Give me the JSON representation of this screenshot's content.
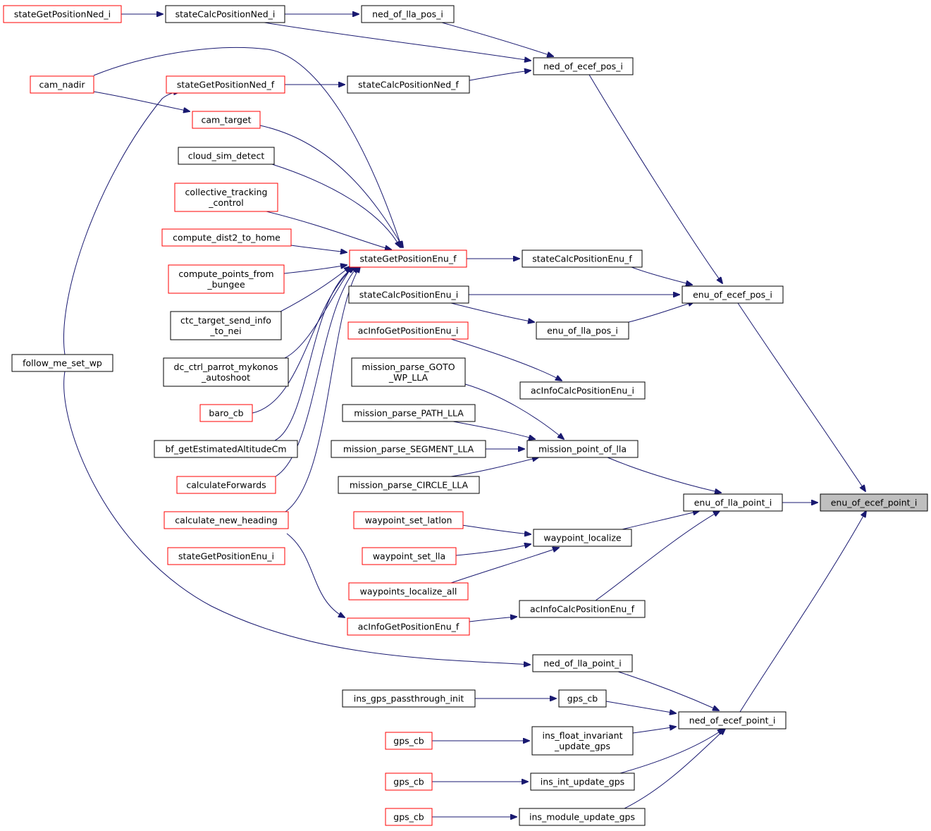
{
  "graph": {
    "colors": {
      "edge": "#191970",
      "complete_border": "#000000",
      "partial_border": "#ff0000",
      "root_fill": "#bfbfbf"
    },
    "nodes": [
      {
        "id": "n_sgpnedi",
        "lines": [
          "stateGetPositionNed_i"
        ],
        "style": "partial"
      },
      {
        "id": "n_scpnedi",
        "lines": [
          "stateCalcPositionNed_i"
        ],
        "style": "complete"
      },
      {
        "id": "n_nedllaposi",
        "lines": [
          "ned_of_lla_pos_i"
        ],
        "style": "complete"
      },
      {
        "id": "n_nedecefposi",
        "lines": [
          "ned_of_ecef_pos_i"
        ],
        "style": "complete"
      },
      {
        "id": "n_camnadir",
        "lines": [
          "cam_nadir"
        ],
        "style": "partial"
      },
      {
        "id": "n_sgpnedf",
        "lines": [
          "stateGetPositionNed_f"
        ],
        "style": "partial"
      },
      {
        "id": "n_scpnedf",
        "lines": [
          "stateCalcPositionNed_f"
        ],
        "style": "complete"
      },
      {
        "id": "n_camtarget",
        "lines": [
          "cam_target"
        ],
        "style": "partial"
      },
      {
        "id": "n_cloud",
        "lines": [
          "cloud_sim_detect"
        ],
        "style": "complete"
      },
      {
        "id": "n_colltrack",
        "lines": [
          "collective_tracking",
          "_control"
        ],
        "style": "partial"
      },
      {
        "id": "n_compdist",
        "lines": [
          "compute_dist2_to_home"
        ],
        "style": "partial"
      },
      {
        "id": "n_comppoints",
        "lines": [
          "compute_points_from",
          "_bungee"
        ],
        "style": "partial"
      },
      {
        "id": "n_ctc",
        "lines": [
          "ctc_target_send_info",
          "_to_nei"
        ],
        "style": "complete"
      },
      {
        "id": "n_dcctrl",
        "lines": [
          "dc_ctrl_parrot_mykonos",
          "_autoshoot"
        ],
        "style": "complete"
      },
      {
        "id": "n_barocb",
        "lines": [
          "baro_cb"
        ],
        "style": "partial"
      },
      {
        "id": "n_bfget",
        "lines": [
          "bf_getEstimatedAltitudeCm"
        ],
        "style": "complete"
      },
      {
        "id": "n_calcfwd",
        "lines": [
          "calculateForwards"
        ],
        "style": "partial"
      },
      {
        "id": "n_calcnewhead",
        "lines": [
          "calculate_new_heading"
        ],
        "style": "partial"
      },
      {
        "id": "n_sgpenui",
        "lines": [
          "stateGetPositionEnu_i"
        ],
        "style": "partial"
      },
      {
        "id": "n_followme",
        "lines": [
          "follow_me_set_wp"
        ],
        "style": "complete"
      },
      {
        "id": "n_sgpenuf",
        "lines": [
          "stateGetPositionEnu_f"
        ],
        "style": "partial"
      },
      {
        "id": "n_scpenuf",
        "lines": [
          "stateCalcPositionEnu_f"
        ],
        "style": "complete"
      },
      {
        "id": "n_scpenui",
        "lines": [
          "stateCalcPositionEnu_i"
        ],
        "style": "complete"
      },
      {
        "id": "n_enuecefposi",
        "lines": [
          "enu_of_ecef_pos_i"
        ],
        "style": "complete"
      },
      {
        "id": "n_enullaposi",
        "lines": [
          "enu_of_lla_pos_i"
        ],
        "style": "complete"
      },
      {
        "id": "n_acinfogeti",
        "lines": [
          "acInfoGetPositionEnu_i"
        ],
        "style": "partial"
      },
      {
        "id": "n_acinfocalci",
        "lines": [
          "acInfoCalcPositionEnu_i"
        ],
        "style": "complete"
      },
      {
        "id": "n_mpgoto",
        "lines": [
          "mission_parse_GOTO",
          "_WP_LLA"
        ],
        "style": "complete"
      },
      {
        "id": "n_mppath",
        "lines": [
          "mission_parse_PATH_LLA"
        ],
        "style": "complete"
      },
      {
        "id": "n_mpseg",
        "lines": [
          "mission_parse_SEGMENT_LLA"
        ],
        "style": "complete"
      },
      {
        "id": "n_mpcirc",
        "lines": [
          "mission_parse_CIRCLE_LLA"
        ],
        "style": "complete"
      },
      {
        "id": "n_mpoflla",
        "lines": [
          "mission_point_of_lla"
        ],
        "style": "complete"
      },
      {
        "id": "n_enullapointi",
        "lines": [
          "enu_of_lla_point_i"
        ],
        "style": "complete"
      },
      {
        "id": "n_enuecefpointi",
        "lines": [
          "enu_of_ecef_point_i"
        ],
        "style": "root"
      },
      {
        "id": "n_wpsetlatlon",
        "lines": [
          "waypoint_set_latlon"
        ],
        "style": "partial"
      },
      {
        "id": "n_wpsetlla",
        "lines": [
          "waypoint_set_lla"
        ],
        "style": "partial"
      },
      {
        "id": "n_wplocalall",
        "lines": [
          "waypoints_localize_all"
        ],
        "style": "partial"
      },
      {
        "id": "n_wplocal",
        "lines": [
          "waypoint_localize"
        ],
        "style": "complete"
      },
      {
        "id": "n_acinfocalcf",
        "lines": [
          "acInfoCalcPositionEnu_f"
        ],
        "style": "complete"
      },
      {
        "id": "n_acinfogetf",
        "lines": [
          "acInfoGetPositionEnu_f"
        ],
        "style": "partial"
      },
      {
        "id": "n_nedllapointi",
        "lines": [
          "ned_of_lla_point_i"
        ],
        "style": "complete"
      },
      {
        "id": "n_insgpspass",
        "lines": [
          "ins_gps_passthrough_init"
        ],
        "style": "complete"
      },
      {
        "id": "n_gpscb1",
        "lines": [
          "gps_cb"
        ],
        "style": "complete"
      },
      {
        "id": "n_nedecefpointi",
        "lines": [
          "ned_of_ecef_point_i"
        ],
        "style": "complete"
      },
      {
        "id": "n_gpscb2",
        "lines": [
          "gps_cb"
        ],
        "style": "partial"
      },
      {
        "id": "n_insfloat",
        "lines": [
          "ins_float_invariant",
          "_update_gps"
        ],
        "style": "complete"
      },
      {
        "id": "n_gpscb3",
        "lines": [
          "gps_cb"
        ],
        "style": "partial"
      },
      {
        "id": "n_insint",
        "lines": [
          "ins_int_update_gps"
        ],
        "style": "complete"
      },
      {
        "id": "n_gpscb4",
        "lines": [
          "gps_cb"
        ],
        "style": "partial"
      },
      {
        "id": "n_insmod",
        "lines": [
          "ins_module_update_gps"
        ],
        "style": "complete"
      }
    ]
  }
}
